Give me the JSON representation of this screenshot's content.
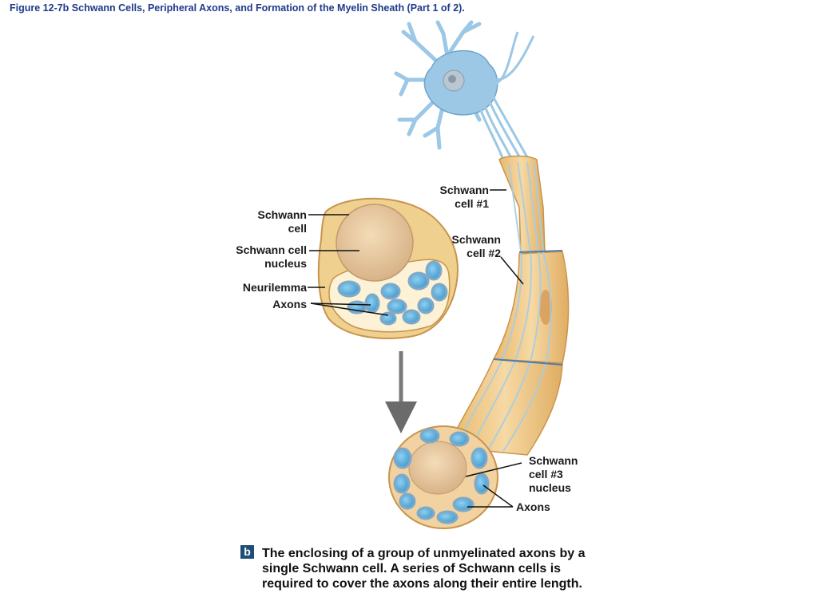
{
  "figure_title": "Figure 12-7b Schwann Cells, Peripheral Axons, and Formation of the Myelin Sheath (Part 1 of 2).",
  "labels": {
    "schwann_cell": "Schwann cell",
    "schwann_cell_nucleus": "Schwann cell nucleus",
    "neurilemma": "Neurilemma",
    "axons_left": "Axons",
    "schwann_cell_1": "Schwann cell #1",
    "schwann_cell_2": "Schwann cell #2",
    "schwann_cell_3_nucleus": "Schwann cell #3 nucleus",
    "axons_right": "Axons"
  },
  "panel": {
    "badge": "b",
    "caption": "The enclosing of a group of unmyelinated axons by a single Schwann cell. A series of Schwann cells is required to cover the axons along their entire length."
  },
  "colors": {
    "neuron_blue": "#9cc8e6",
    "sheath_tan": "#efc98e",
    "nucleus_tan": "#e3c29a",
    "axon_blue": "#5aaed9",
    "title_blue": "#1f3a8a",
    "badge_navy": "#1f4e79"
  }
}
